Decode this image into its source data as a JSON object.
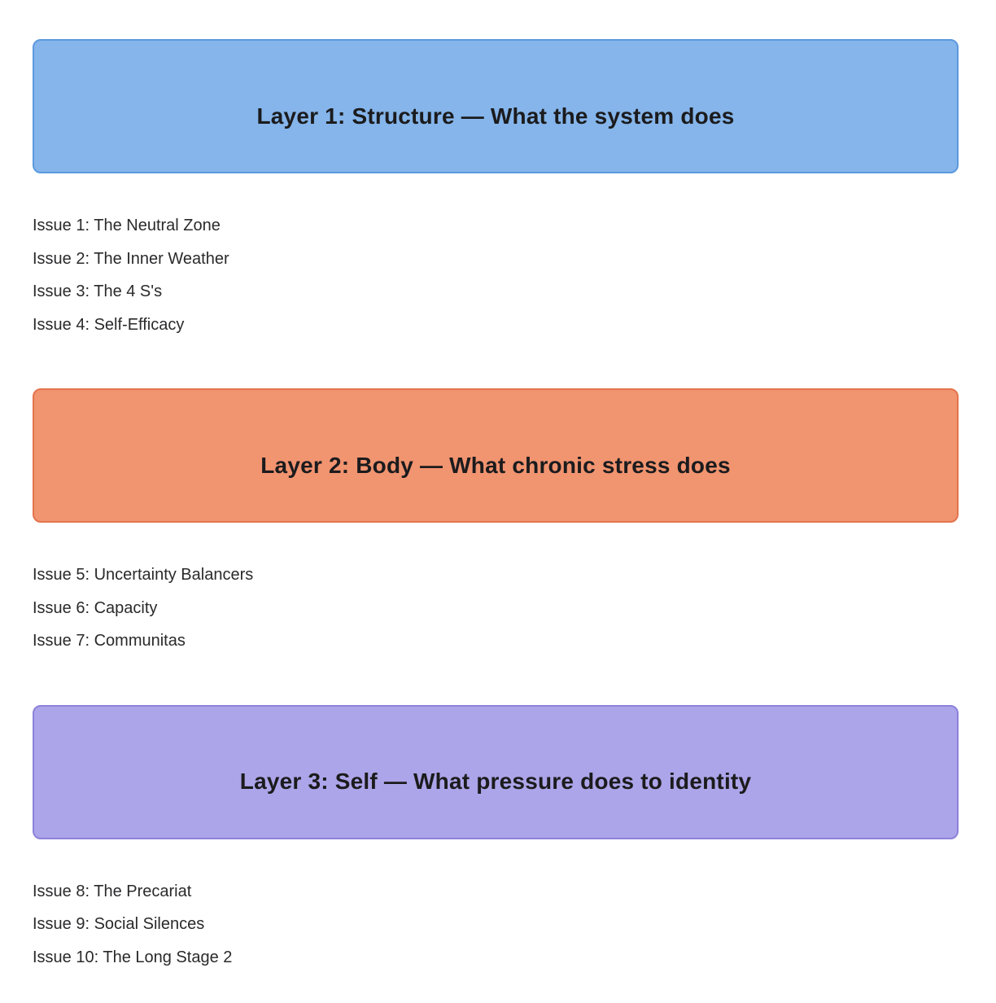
{
  "sections": [
    {
      "banner": {
        "label": "Layer 1: Structure — What the system does",
        "fill": "#85b5ea",
        "border": "#5d99de"
      },
      "items": [
        {
          "label": "Issue 1: The Neutral Zone"
        },
        {
          "label": "Issue 2: The Inner Weather"
        },
        {
          "label": "Issue 3: The 4 S's"
        },
        {
          "label": "Issue 4: Self-Efficacy"
        }
      ]
    },
    {
      "banner": {
        "label": "Layer 2: Body — What chronic stress does",
        "fill": "#f19470",
        "border": "#e4744d"
      },
      "items": [
        {
          "label": "Issue 5: Uncertainty Balancers"
        },
        {
          "label": "Issue 6: Capacity"
        },
        {
          "label": "Issue 7: Communitas"
        }
      ]
    },
    {
      "banner": {
        "label": "Layer 3: Self — What pressure does to identity",
        "fill": "#aca5e9",
        "border": "#8d82da"
      },
      "items": [
        {
          "label": "Issue 8: The Precariat"
        },
        {
          "label": "Issue 9: Social Silences"
        },
        {
          "label": "Issue 10: The Long Stage 2"
        }
      ]
    }
  ]
}
